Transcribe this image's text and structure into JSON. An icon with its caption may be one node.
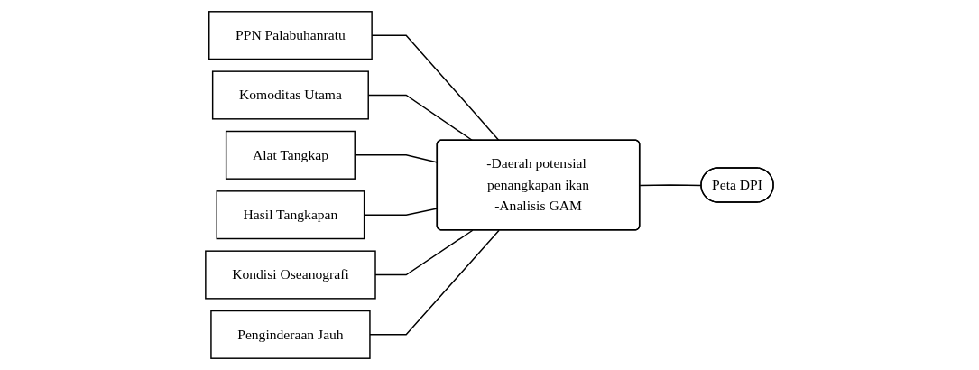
{
  "diagram": {
    "nodes": [
      {
        "text": [
          "PPN Palabuhanratu"
        ]
      },
      {
        "text": [
          "Komoditas Utama"
        ]
      },
      {
        "text": [
          "Alat Tangkap"
        ]
      },
      {
        "text": [
          "Hasil Tangkapan"
        ]
      },
      {
        "text": [
          "Kondisi Oseanografi"
        ]
      },
      {
        "text": [
          "Penginderaan Jauh"
        ]
      },
      {
        "text": [
          "-Daerah potensial penangkapan ikan",
          "-Analisis GAM"
        ]
      },
      {
        "text": [
          "Peta DPI"
        ]
      }
    ],
    "edges": [
      {
        "from": 0,
        "to": 6,
        "arrow": "none"
      },
      {
        "from": 1,
        "to": 6,
        "arrow": "none"
      },
      {
        "from": 2,
        "to": 6,
        "arrow": "none"
      },
      {
        "from": 3,
        "to": 6,
        "arrow": "none"
      },
      {
        "from": 4,
        "to": 6,
        "arrow": "none"
      },
      {
        "from": 5,
        "to": 6,
        "arrow": "none"
      },
      {
        "from": 6,
        "to": 7,
        "arrow": "none"
      }
    ]
  }
}
